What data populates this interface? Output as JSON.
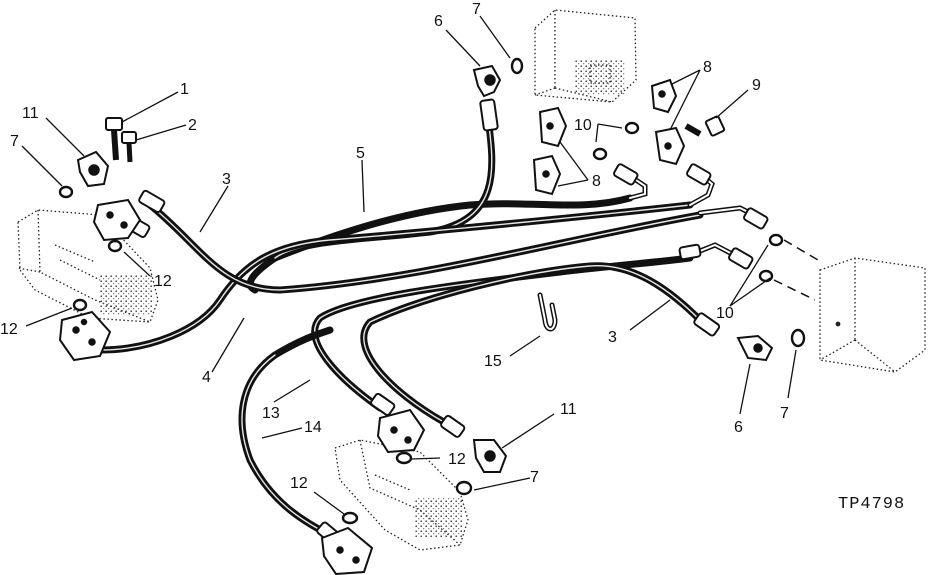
{
  "figure": {
    "code": "TP4798",
    "callouts": {
      "c1": "1",
      "c2": "2",
      "c3a": "3",
      "c3b": "3",
      "c4": "4",
      "c5": "5",
      "c6a": "6",
      "c6b": "6",
      "c7a": "7",
      "c7b": "7",
      "c7c": "7",
      "c7d": "7",
      "c8a": "8",
      "c8b": "8",
      "c9": "9",
      "c10a": "10",
      "c10b": "10",
      "c11a": "11",
      "c11b": "11",
      "c12a": "12",
      "c12b": "12",
      "c12c": "12",
      "c12d": "12",
      "c13": "13",
      "c14": "14",
      "c15": "15"
    }
  }
}
